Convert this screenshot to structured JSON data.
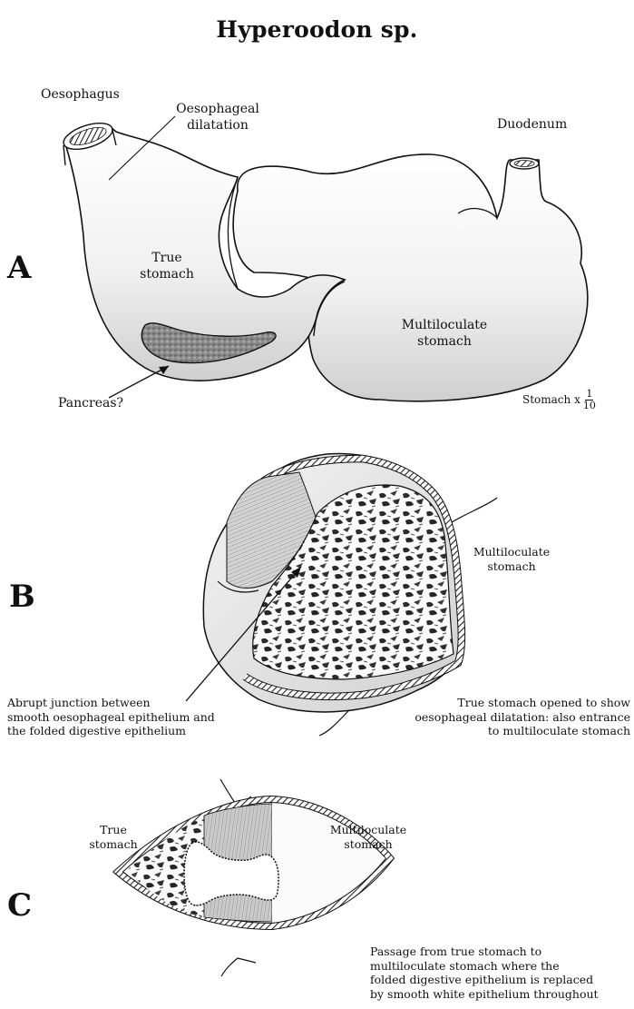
{
  "title": "Hyperoodon sp.",
  "panels": {
    "a": {
      "letter": "A",
      "labels": {
        "oesophagus": "Oesophagus",
        "oesophageal_dilatation_1": "Oesophageal",
        "oesophageal_dilatation_2": "dilatation",
        "duodenum": "Duodenum",
        "true_stomach_1": "True",
        "true_stomach_2": "stomach",
        "multiloculate_1": "Multiloculate",
        "multiloculate_2": "stomach",
        "pancreas": "Pancreas?"
      },
      "scale": {
        "prefix": "Stomach x",
        "numerator": "1",
        "denominator": "10"
      }
    },
    "b": {
      "letter": "B",
      "labels": {
        "multiloculate_1": "Multiloculate",
        "multiloculate_2": "stomach",
        "junction_1": "Abrupt junction between",
        "junction_2": "smooth oesophageal epithelium and",
        "junction_3": "the folded digestive epithelium",
        "opened_1": "True stomach opened to show",
        "opened_2": "oesophageal dilatation: also entrance",
        "opened_3": "to multiloculate stomach"
      }
    },
    "c": {
      "letter": "C",
      "labels": {
        "true_stomach_1": "True",
        "true_stomach_2": "stomach",
        "multiloculate_1": "Multiloculate",
        "multiloculate_2": "stomach",
        "passage_1": "Passage from true stomach to",
        "passage_2": "multiloculate stomach where the",
        "passage_3": "folded digestive epithelium is replaced",
        "passage_4": "by smooth white epithelium throughout"
      }
    }
  }
}
